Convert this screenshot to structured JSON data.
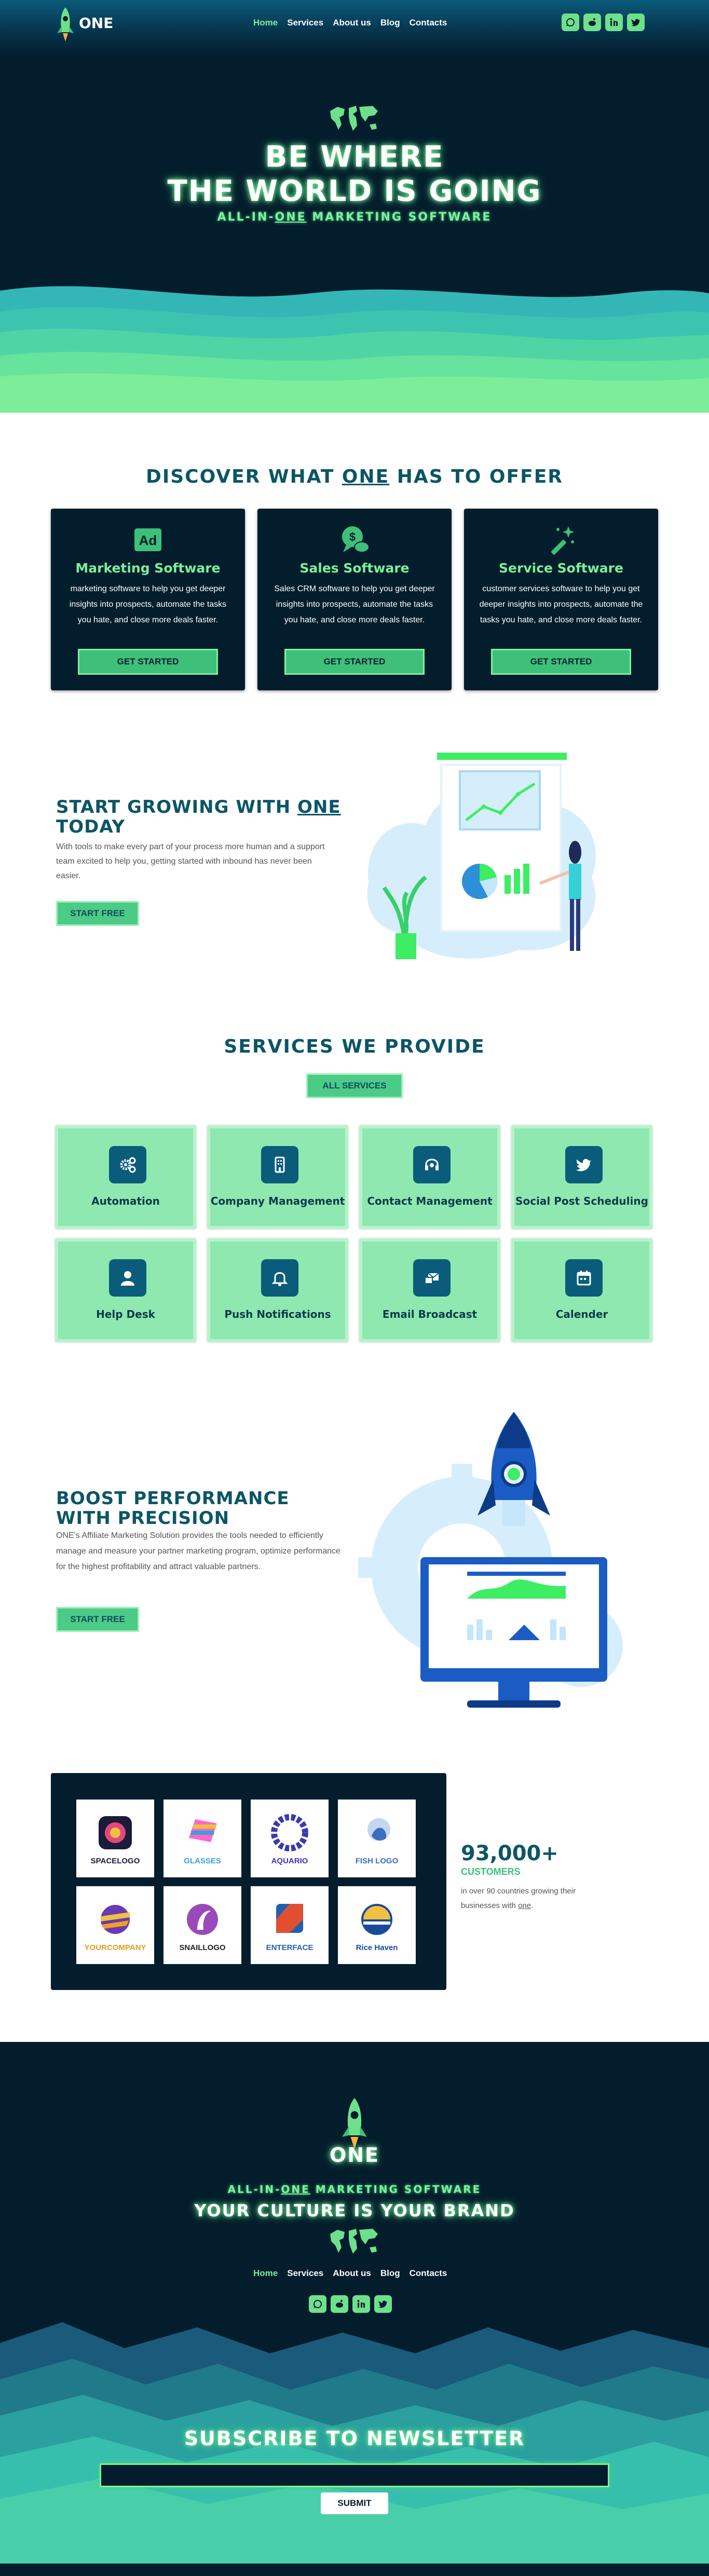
{
  "header": {
    "brand": "ONE",
    "nav": [
      "Home",
      "Services",
      "About us",
      "Blog",
      "Contacts"
    ]
  },
  "hero": {
    "title_line1": "BE WHERE",
    "title_line2": "THE WORLD IS GOING",
    "tagline_pre": "ALL-IN-",
    "tagline_one": "ONE",
    "tagline_post": " MARKETING SOFTWARE"
  },
  "offer": {
    "title_pre": "DISCOVER WHAT ",
    "title_one": "ONE",
    "title_post": " HAS TO OFFER",
    "cards": [
      {
        "icon": "ad-icon",
        "title": "Marketing Software",
        "text": "marketing software to help you get deeper insights into prospects, automate the tasks you hate, and close more deals faster.",
        "button": "GET STARTED"
      },
      {
        "icon": "money-chat-icon",
        "title": "Sales Software",
        "text": "Sales CRM software to help you get deeper insights into prospects, automate the tasks you hate, and close more deals faster.",
        "button": "GET STARTED"
      },
      {
        "icon": "magic-wand-icon",
        "title": "Service Software",
        "text": "customer services software to help you get deeper insights into prospects, automate the tasks you hate, and close more deals faster.",
        "button": "GET STARTED"
      }
    ]
  },
  "growing": {
    "title_l1_pre": "START GROWING WITH ",
    "title_l1_one": "ONE",
    "title_l2": "TODAY",
    "text": "With tools to make every part of your process more human and a support team excited to help you, getting started with inbound has never been easier.",
    "button": "START FREE"
  },
  "services": {
    "title": "SERVICES WE PROVIDE",
    "all_button": "ALL SERVICES",
    "items": [
      {
        "label": "Automation",
        "icon": "gears-icon"
      },
      {
        "label": "Company Management",
        "icon": "building-icon"
      },
      {
        "label": "Contact Management",
        "icon": "headset-icon"
      },
      {
        "label": "Social Post Scheduling",
        "icon": "twitter-icon"
      },
      {
        "label": "Help Desk",
        "icon": "user-icon"
      },
      {
        "label": "Push Notifications",
        "icon": "bell-icon"
      },
      {
        "label": "Email Broadcast",
        "icon": "mail-broadcast-icon"
      },
      {
        "label": "Calender",
        "icon": "calendar-icon"
      }
    ]
  },
  "boost": {
    "title_l1": "BOOST PERFORMANCE",
    "title_l2": "WITH PRECISION",
    "text": "ONE's Affiliate Marketing Solution provides the tools needed to efficiently manage and measure your partner marketing program, optimize performance for the highest profitability and attract valuable partners.",
    "button": "START FREE"
  },
  "customers": {
    "logos": [
      {
        "name": "SPACELOGO",
        "color": "#1b1b3a"
      },
      {
        "name": "GLASSES",
        "color": "#3aa0d8"
      },
      {
        "name": "AQUARIO",
        "color": "#3a3ab0"
      },
      {
        "name": "FISH LOGO",
        "color": "#3a6fc0"
      },
      {
        "name": "YOURCOMPANY",
        "color": "#e0a020"
      },
      {
        "name": "SNAILLOGO",
        "color": "#222222"
      },
      {
        "name": "ENTERFACE",
        "color": "#2060b0"
      },
      {
        "name": "Rice Haven",
        "color": "#1a4a9a"
      }
    ],
    "count": "93,000+",
    "label": "CUSTOMERS",
    "text_pre": "in over 90 countries growing their businesses with ",
    "text_one": "one",
    "text_post": "."
  },
  "footer": {
    "brand": "ONE",
    "tagline_pre": "ALL-IN-",
    "tagline_one": "ONE",
    "tagline_post": " MARKETING SOFTWARE",
    "slogan": "YOUR CULTURE IS YOUR BRAND",
    "nav": [
      "Home",
      "Services",
      "About us",
      "Blog",
      "Contacts"
    ],
    "newsletter_title": "SUBSCRIBE TO NEWSLETTER",
    "email_placeholder": "",
    "submit": "SUBMIT"
  },
  "colors": {
    "navy": "#041d2c",
    "mint": "#7cf09a",
    "teal": "#0b5566",
    "green_button": "#4ccb86"
  }
}
